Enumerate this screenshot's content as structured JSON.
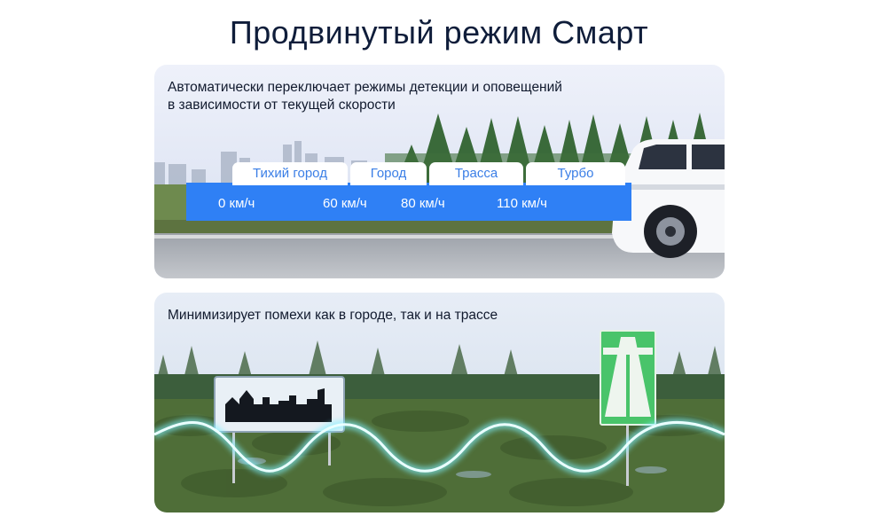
{
  "title": "Продвинутый режим Смарт",
  "card1": {
    "caption_line1": "Автоматически переключает режимы детекции и оповещений",
    "caption_line2": "в зависимости от текущей скорости",
    "modes": [
      "Тихий город",
      "Город",
      "Трасса",
      "Турбо"
    ],
    "speeds": [
      "0 км/ч",
      "60 км/ч",
      "80 км/ч",
      "110 км/ч"
    ]
  },
  "card2": {
    "caption": "Минимизирует помехи как в городе, так и на трассе"
  },
  "colors": {
    "accent": "#2f80f5",
    "wave": "#7ff0ff",
    "highway_sign": "#49c46a"
  }
}
